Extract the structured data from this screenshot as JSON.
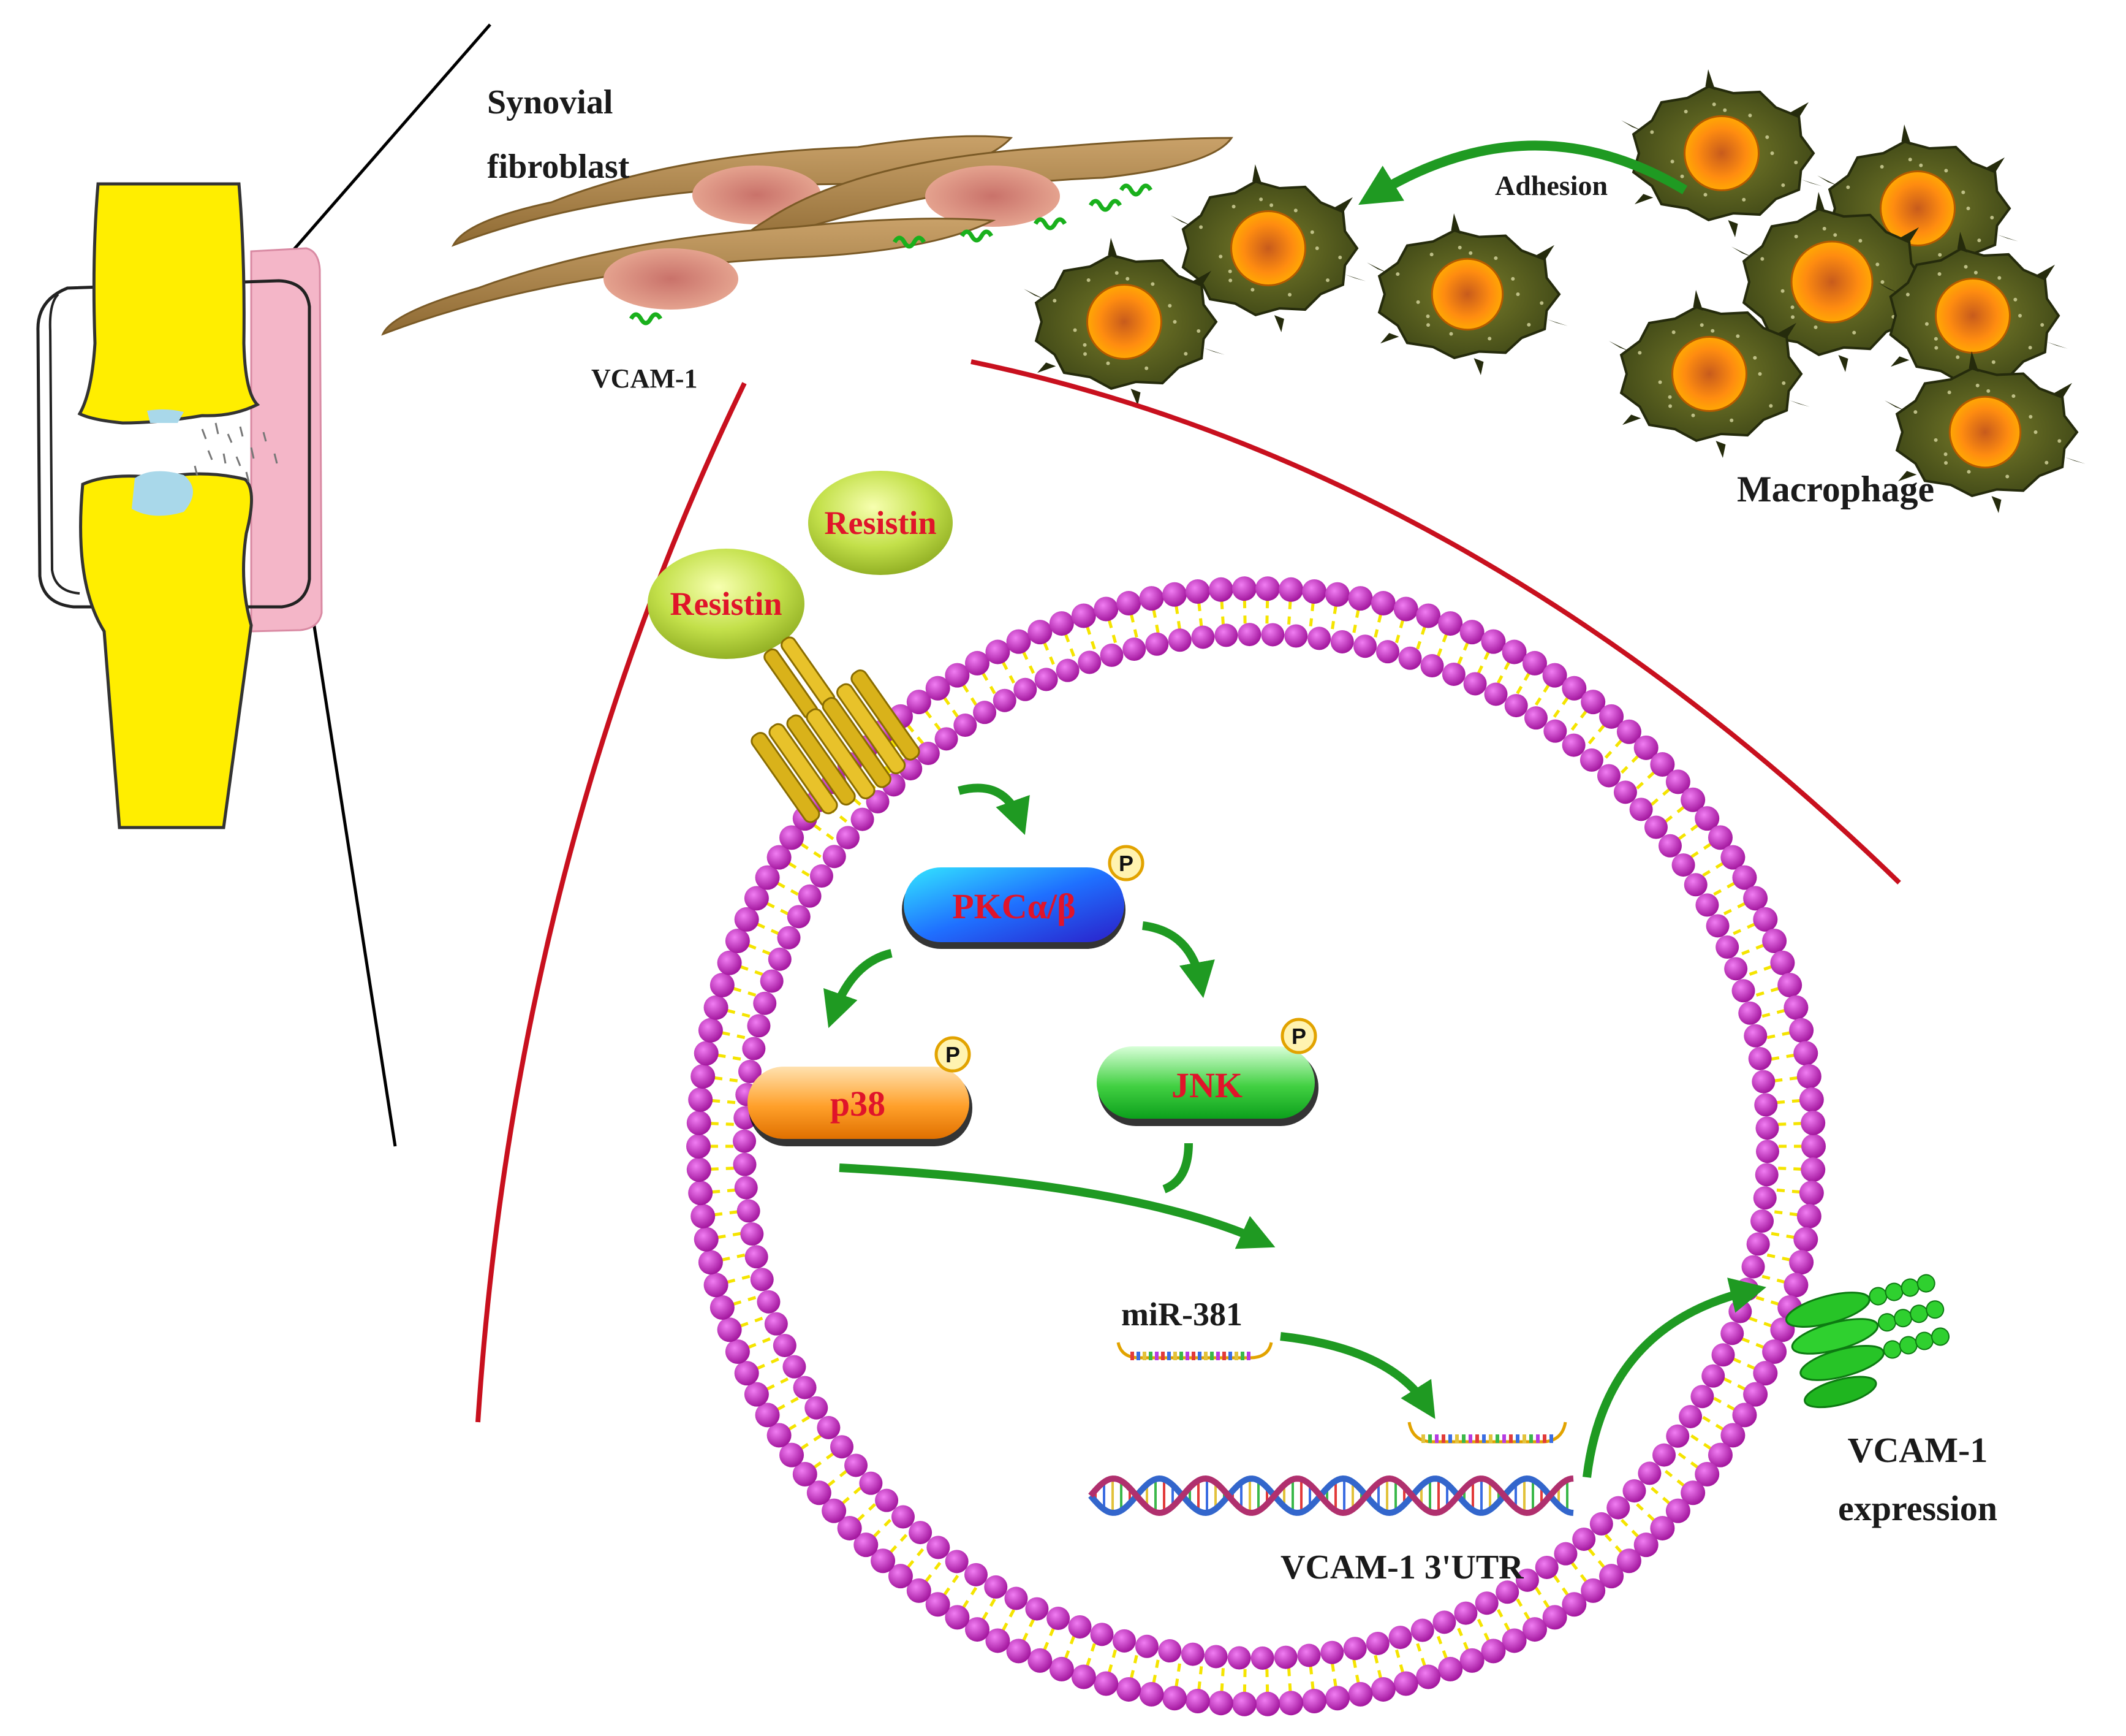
{
  "labels": {
    "synovial_line1": "Synovial",
    "synovial_line2": "fibroblast",
    "vcam_small": "VCAM-1",
    "adhesion": "Adhesion",
    "macrophage": "Macrophage",
    "resistin_1": "Resistin",
    "resistin_2": "Resistin",
    "pkc": "PKCα/β",
    "p38": "p38",
    "jnk": "JNK",
    "mir": "miR-381",
    "utr": "VCAM-1 3'UTR",
    "vcam_expr_line1": "VCAM-1",
    "vcam_expr_line2": "expression",
    "phospho": "P"
  },
  "colors": {
    "bone": "#ffee00",
    "capsule": "#f4b6c8",
    "cartilage_lesion": "#a9d8ea",
    "fibroblast": "#b08a4c",
    "fibroblast_nucleus": "#d98a7a",
    "macrophage": "#4f5a23",
    "macrophage_nucleus": "#ff8a00",
    "membrane_head": "#c22ec4",
    "membrane_tail": "#f5e400",
    "arrow": "#1f9a22",
    "cell_boundary": "#c8101e",
    "resistin": "#b6d640",
    "pkc": "#1f8cff",
    "p38": "#ff9c1f",
    "jnk": "#3fcf3f",
    "text_red": "#e0142a",
    "receptor": "#d9b21a"
  },
  "icons": {
    "receptor": "seven-transmembrane-receptor-icon",
    "phosphate": "phosphate-badge-icon",
    "dna": "dna-helix-icon",
    "vcam": "vcam-adhesion-molecule-icon"
  }
}
